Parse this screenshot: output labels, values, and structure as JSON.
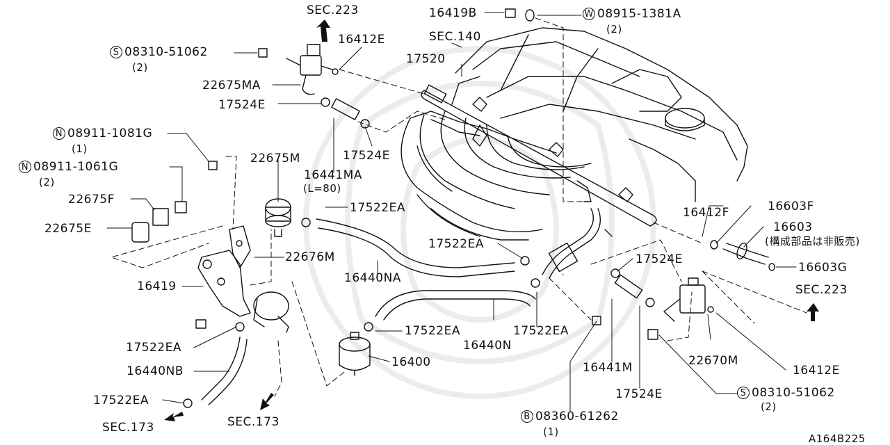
{
  "sec": {
    "sec223_top": "SEC.223",
    "sec140": "SEC.140",
    "sec223_right": "SEC.223",
    "sec173_left": "SEC.173",
    "sec173_mid": "SEC.173"
  },
  "parts": {
    "p16419B": "16419B",
    "w_code": "W",
    "w_num": "08915-1381A",
    "w_qty": "(2)",
    "s_code": "S",
    "s1_num": "08310-51062",
    "s1_qty": "(2)",
    "p16412E_top": "16412E",
    "p17520": "17520",
    "p22675MA": "22675MA",
    "p17524E_a": "17524E",
    "n_code": "N",
    "n1_num": "08911-1081G",
    "n1_qty": "(1)",
    "n2_num": "08911-1061G",
    "n2_qty": "(2)",
    "p22675M": "22675M",
    "p17524E_b": "17524E",
    "p16441MA": "16441MA",
    "p16441MA_len": "(L=80)",
    "p22675F": "22675F",
    "p22675E": "22675E",
    "p17522EA_a": "17522EA",
    "p16412F": "16412F",
    "p16603F": "16603F",
    "p16603": "16603",
    "p16603_note": "(構成部品は非販売)",
    "p17522EA_b": "17522EA",
    "p22676M": "22676M",
    "p16419": "16419",
    "p16440NA": "16440NA",
    "p17524E_c": "17524E",
    "p16603G": "16603G",
    "p17522EA_c": "17522EA",
    "p17522EA_d": "17522EA",
    "p17522EA_e": "17522EA",
    "p16440N": "16440N",
    "p16400": "16400",
    "p16440NB": "16440NB",
    "p16441M": "16441M",
    "p22670M": "22670M",
    "p16412E_bot": "16412E",
    "s2_num": "08310-51062",
    "s2_qty": "(2)",
    "p17522EA_f": "17522EA",
    "p17524E_d": "17524E",
    "b_code": "B",
    "b_num": "08360-61262",
    "b_qty": "(1)",
    "ref": "A164B225"
  }
}
